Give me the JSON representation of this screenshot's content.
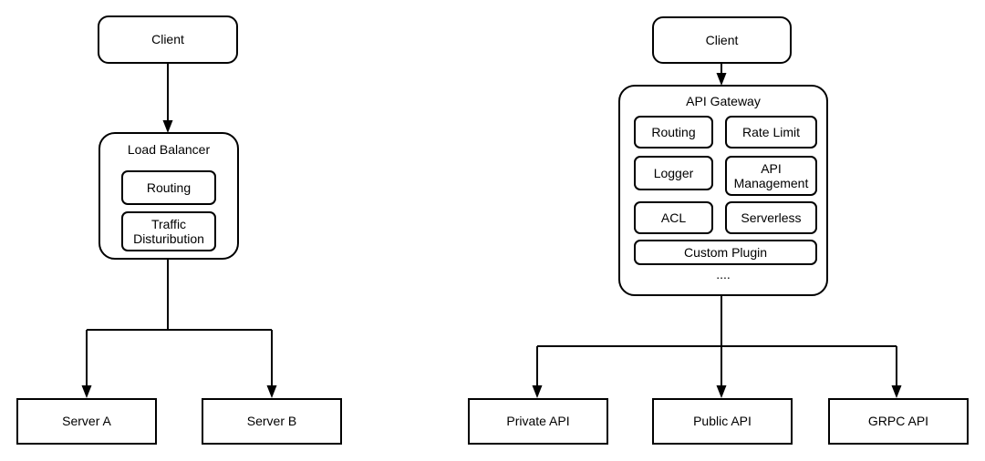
{
  "diagram": {
    "type": "architecture-comparison",
    "background": "#ffffff",
    "stroke": "#000000",
    "left_diagram": {
      "name": "load-balancer-architecture",
      "client": {
        "label": "Client"
      },
      "container": {
        "title": "Load Balancer",
        "plugins": [
          {
            "label": "Routing"
          },
          {
            "label": "Traffic Disturibution"
          }
        ]
      },
      "targets": [
        {
          "label": "Server A"
        },
        {
          "label": "Server B"
        }
      ]
    },
    "right_diagram": {
      "name": "api-gateway-architecture",
      "client": {
        "label": "Client"
      },
      "container": {
        "title": "API Gateway",
        "plugins": [
          {
            "label": "Routing"
          },
          {
            "label": "Rate Limit"
          },
          {
            "label": "Logger"
          },
          {
            "label": "API Management"
          },
          {
            "label": "ACL"
          },
          {
            "label": "Serverless"
          },
          {
            "label": "Custom Plugin"
          }
        ],
        "ellipsis": "...."
      },
      "targets": [
        {
          "label": "Private API"
        },
        {
          "label": "Public API"
        },
        {
          "label": "GRPC API"
        }
      ]
    }
  }
}
